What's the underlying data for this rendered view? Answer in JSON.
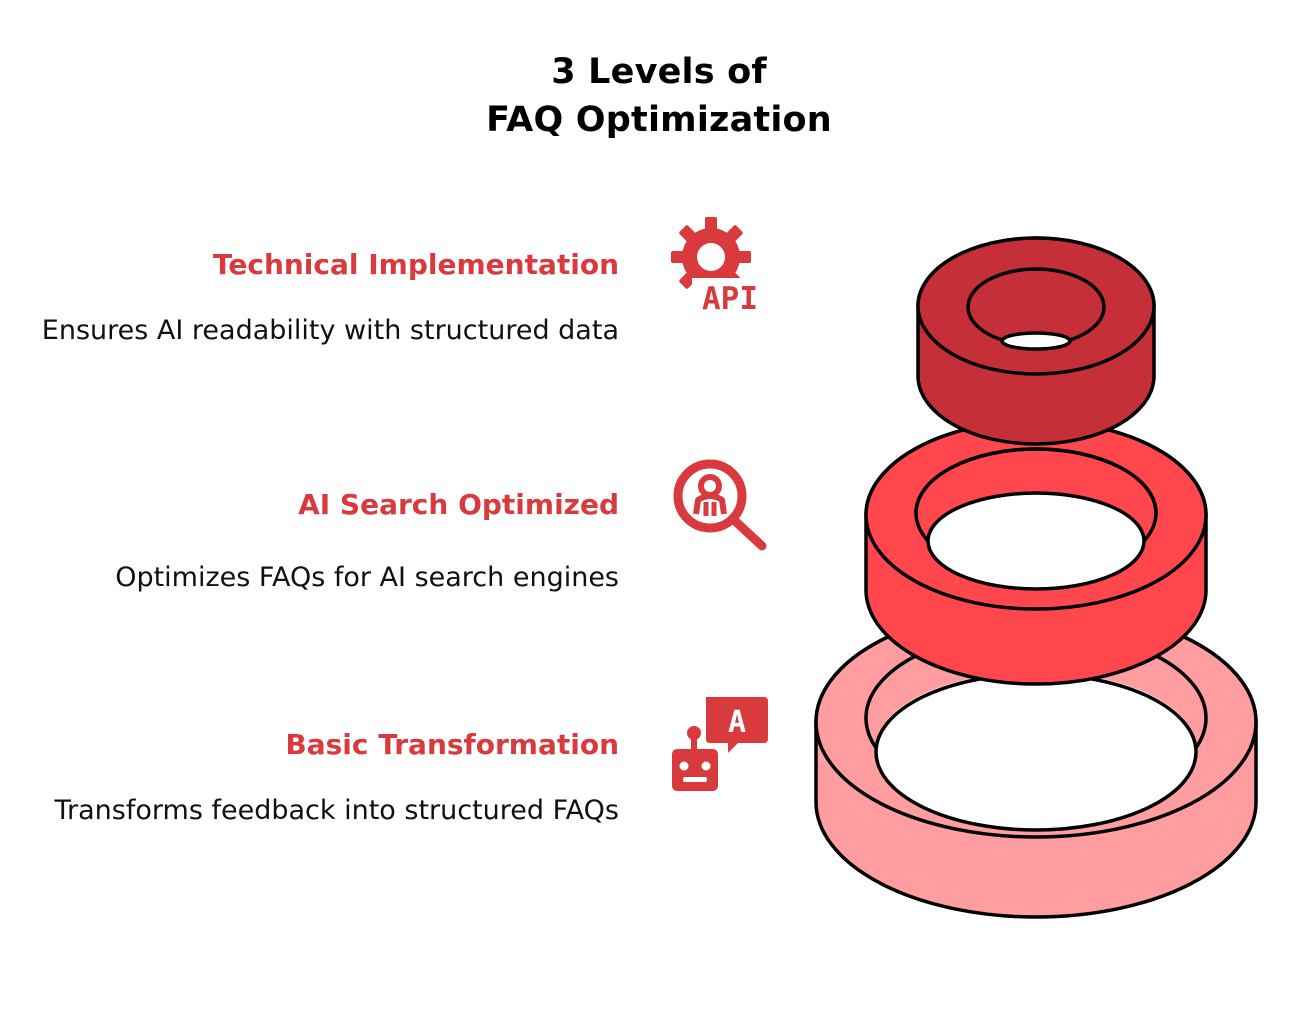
{
  "title": {
    "line1": "3 Levels of",
    "line2": "FAQ Optimization"
  },
  "levels": [
    {
      "heading": "Technical Implementation",
      "description": "Ensures AI readability with structured data",
      "icon": "gear-api-icon",
      "icon_text": "API",
      "ring_color": "#c53038"
    },
    {
      "heading": "AI Search Optimized",
      "description": "Optimizes FAQs for AI search engines",
      "icon": "ai-search-magnifier-icon",
      "ring_color": "#ff474d"
    },
    {
      "heading": "Basic Transformation",
      "description": "Transforms feedback into structured FAQs",
      "icon": "robot-chat-icon",
      "icon_text": "A",
      "ring_color": "#ff9da1"
    }
  ],
  "colors": {
    "accent": "#d93a3e",
    "outline": "#000000",
    "text": "#111111"
  }
}
